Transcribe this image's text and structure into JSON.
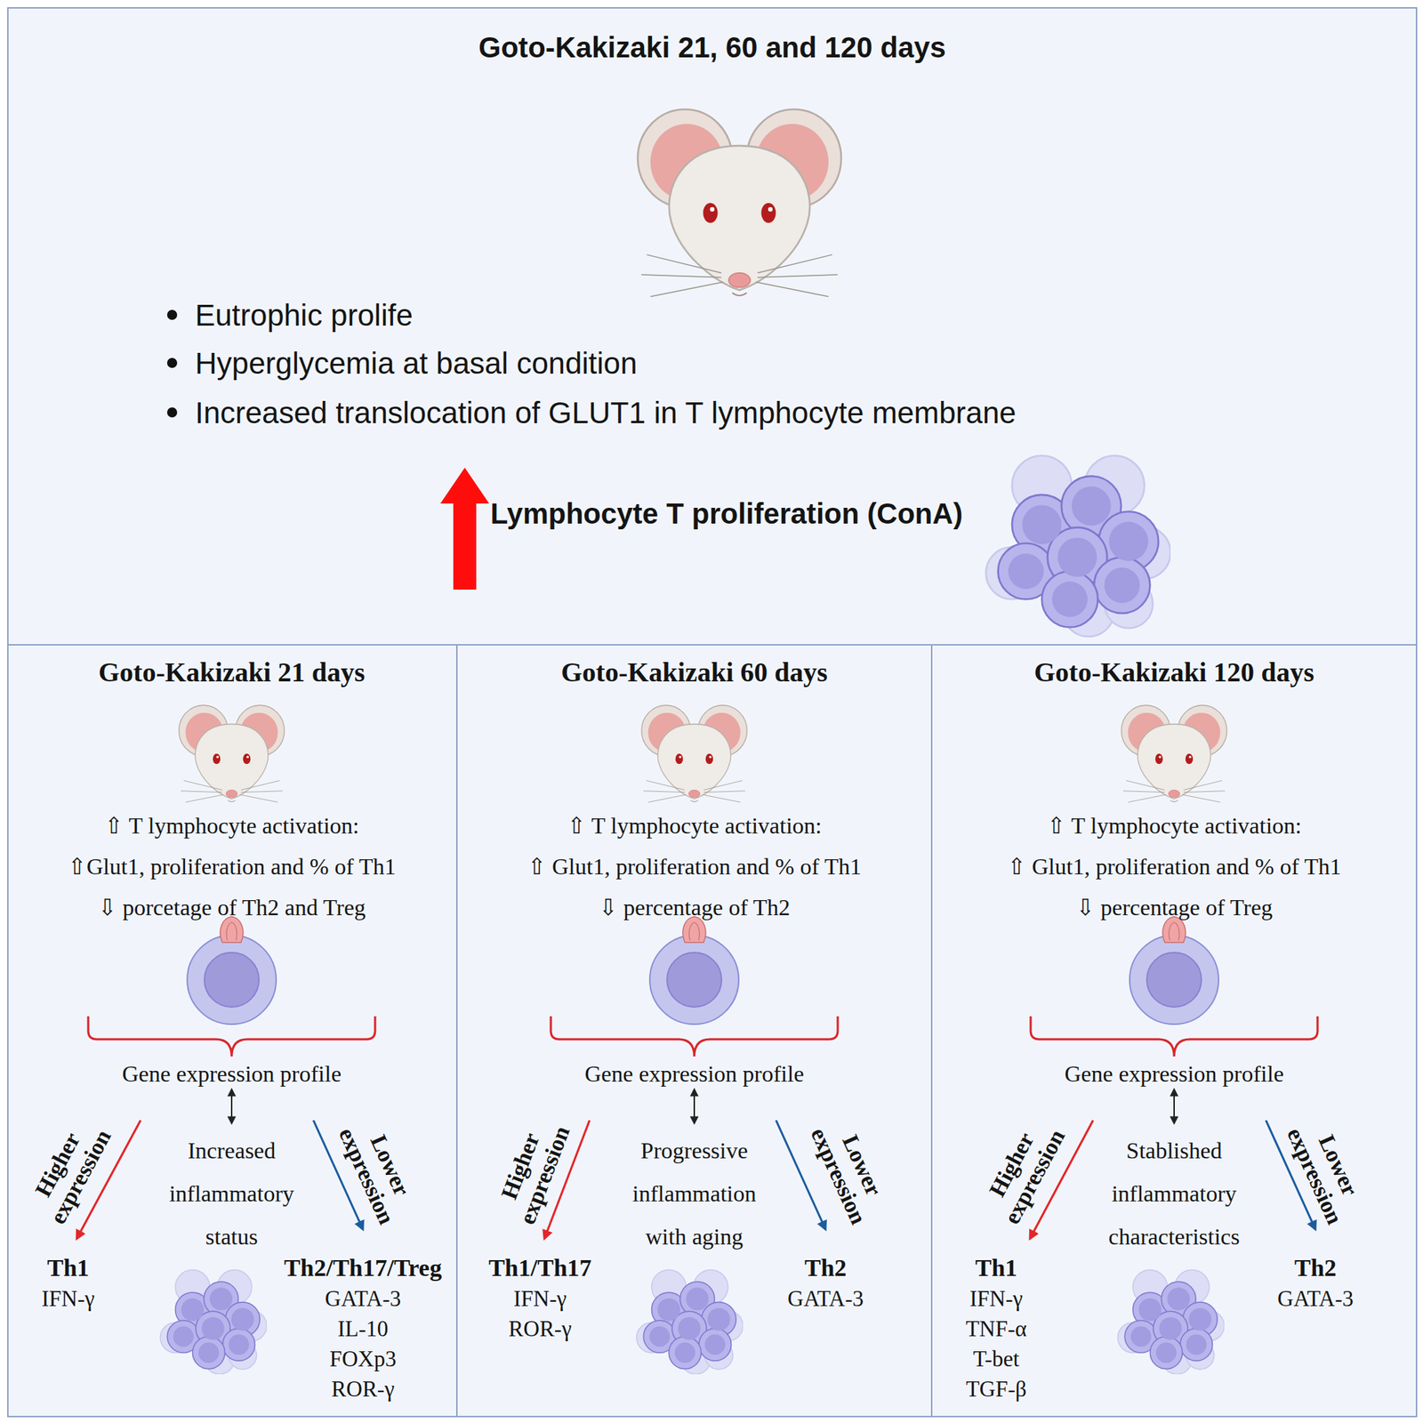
{
  "diagram": {
    "title": "Goto-Kakizaki 21, 60 and 120 days",
    "nodes": [
      {
        "text": [
          "Goto-Kakizaki 21, 60 and 120 days",
          "Eutrophic prolife",
          "Hyperglycemia at basal condition",
          "Increased translocation of GLUT1 in T lymphocyte membrane",
          "Lymphocyte T proliferation (ConA)"
        ]
      },
      {
        "text": [
          "Goto-Kakizaki 21 days",
          "⇧ T lymphocyte activation:",
          "⇧Glut1, proliferation and % of Th1",
          "⇩ porcetage of Th2 and Treg",
          "Gene expression profile",
          "Higher expression",
          "Increased inflammatory status",
          "Lower expression",
          "Th1",
          "IFN-γ",
          "Th2/Th17/Treg",
          "GATA-3 IL-10 FOXp3 ROR-γ"
        ]
      },
      {
        "text": [
          "Goto-Kakizaki 60 days",
          "⇧ T lymphocyte activation:",
          "⇧ Glut1, proliferation and % of Th1",
          "⇩ percentage of Th2",
          "Gene expression profile",
          "Higher expression",
          "Progressive inflammation with aging",
          "Lower expression",
          "Th1/Th17",
          "IFN-γ ROR-γ",
          "Th2",
          "GATA-3"
        ]
      },
      {
        "text": [
          "Goto-Kakizaki 120 days",
          "⇧ T lymphocyte activation:",
          "⇧ Glut1, proliferation and % of Th1",
          "⇩ percentage of Treg",
          "Gene expression profile",
          "Higher expression",
          "Stablished inflammatory characteristics",
          "Lower expression",
          "Th1",
          "IFN-γ TNF-α T-bet TGF-β",
          "Th2",
          "GATA-3"
        ]
      }
    ]
  }
}
